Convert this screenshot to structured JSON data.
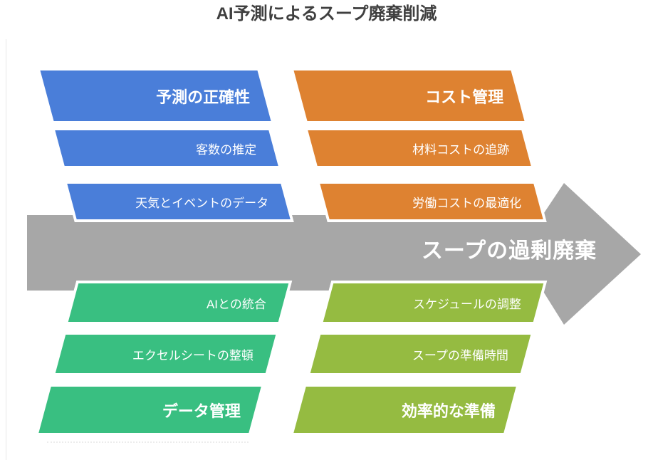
{
  "title": "AI予測によるスープ廃棄削減",
  "arrow": {
    "label": "スープの過剰廃棄",
    "color": "#a7a7a7"
  },
  "colors": {
    "blue": "#4a7ed9",
    "orange": "#de8231",
    "green": "#39bf81",
    "olive": "#95bb41",
    "title_text": "#3f3f3f",
    "label_text": "#ffffff"
  },
  "groups": [
    {
      "id": "forecast-accuracy",
      "position": "top-left",
      "color": "#4a7ed9",
      "header": "予測の正確性",
      "items": [
        "客数の推定",
        "天気とイベントのデータ"
      ]
    },
    {
      "id": "cost-management",
      "position": "top-right",
      "color": "#de8231",
      "header": "コスト管理",
      "items": [
        "材料コストの追跡",
        "労働コストの最適化"
      ]
    },
    {
      "id": "data-management",
      "position": "bottom-left",
      "color": "#39bf81",
      "header": "データ管理",
      "items": [
        "AIとの統合",
        "エクセルシートの整頓"
      ]
    },
    {
      "id": "efficient-preparation",
      "position": "bottom-right",
      "color": "#95bb41",
      "header": "効率的な準備",
      "items": [
        "スケジュールの調整",
        "スープの準備時間"
      ]
    }
  ]
}
